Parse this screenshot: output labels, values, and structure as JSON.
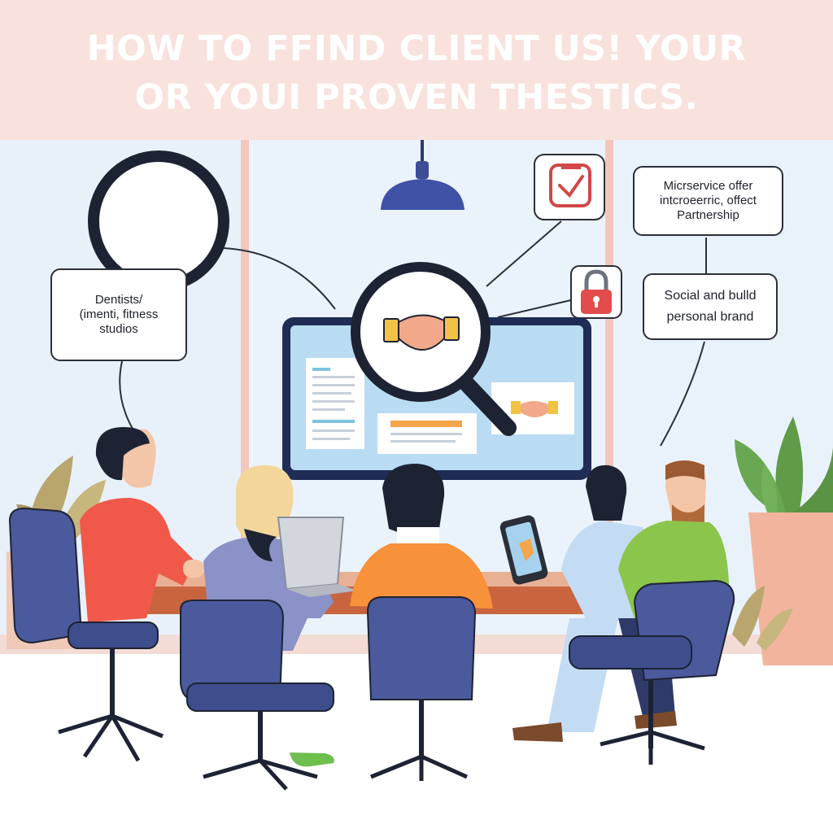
{
  "headline": {
    "line1": "HOW TO FFIND CLIENT US! YOUR",
    "line2": "OR YOUI PROVEN THESTICS."
  },
  "callouts": {
    "dentists": [
      "Dentists/",
      "(imenti, fitness",
      "studios"
    ],
    "microservice": [
      "Micrservice offer",
      "intcroeerric, offect",
      "Partnership"
    ],
    "social": [
      "Social and bulld",
      "personal brand"
    ]
  },
  "colors": {
    "banner": "#f9e1dd",
    "chair": "#4a5a9c",
    "screen": "#b9dcf2",
    "table": "#c8653f",
    "accent_orange": "#f3a64a",
    "lock_red": "#e24c4c"
  },
  "icons": [
    "empty-circle-icon",
    "pendant-lamp-icon",
    "checklist-calendar-icon",
    "padlock-icon",
    "magnifier-icon",
    "handshake-icon",
    "potted-plant-icon",
    "laptop-icon",
    "phone-icon"
  ]
}
